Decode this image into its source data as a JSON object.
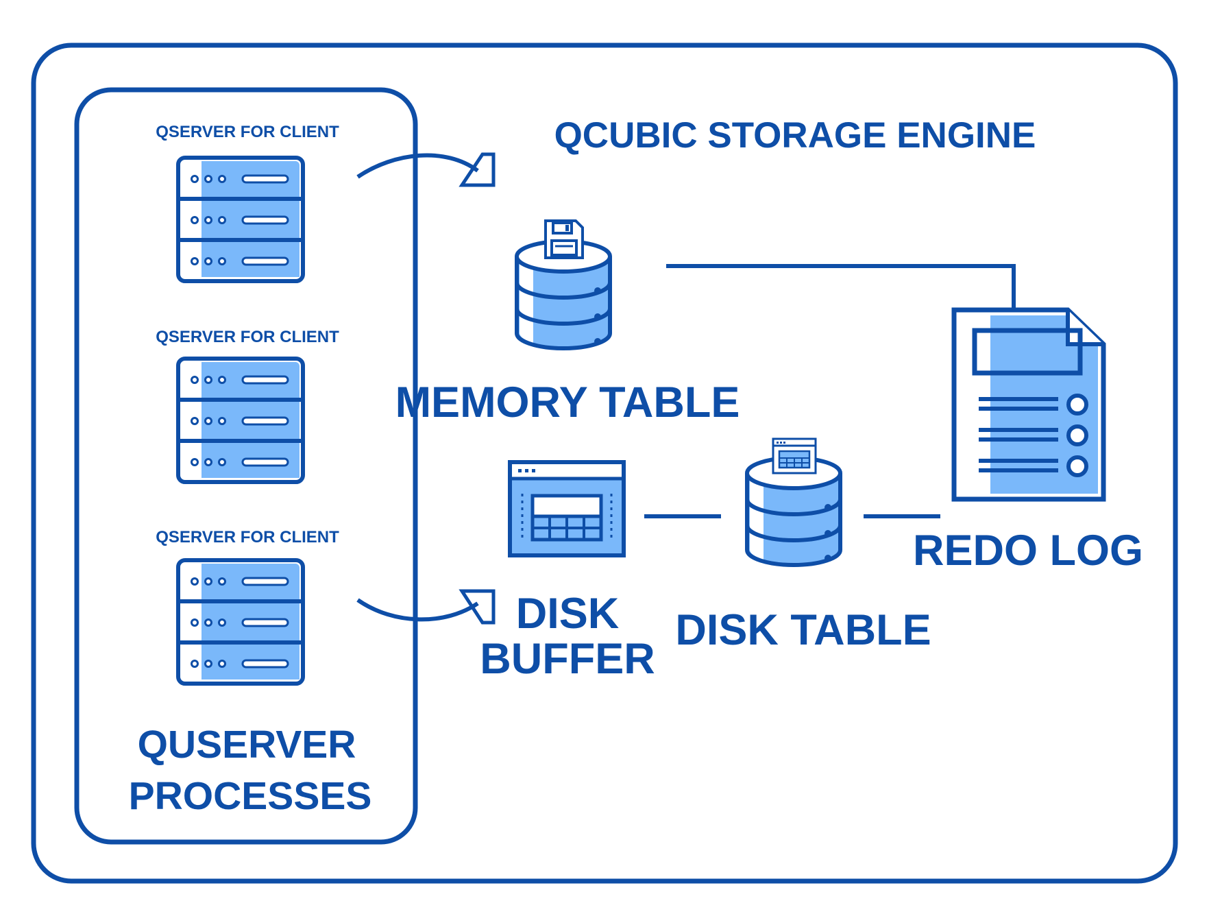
{
  "title": "QCUBIC STORAGE ENGINE",
  "colors": {
    "stroke": "#0e4ea7",
    "fill": "#7ab8fa",
    "background": "#ffffff"
  },
  "processes_group": {
    "label_line1": "QUSERVER",
    "label_line2": "PROCESSES",
    "servers": [
      {
        "label": "QSERVER FOR CLIENT",
        "icon": "server-rack-icon"
      },
      {
        "label": "QSERVER FOR CLIENT",
        "icon": "server-rack-icon"
      },
      {
        "label": "QSERVER FOR CLIENT",
        "icon": "server-rack-icon"
      }
    ]
  },
  "memory_table": {
    "label": "MEMORY TABLE",
    "icon": "database-icon",
    "badge_icon": "floppy-disk-icon"
  },
  "disk_buffer": {
    "label_line1": "DISK",
    "label_line2": "BUFFER",
    "icon": "buffer-window-icon"
  },
  "disk_table": {
    "label": "DISK TABLE",
    "icon": "database-icon",
    "badge_icon": "window-grid-icon"
  },
  "redo_log": {
    "label": "REDO LOG",
    "icon": "document-icon"
  }
}
